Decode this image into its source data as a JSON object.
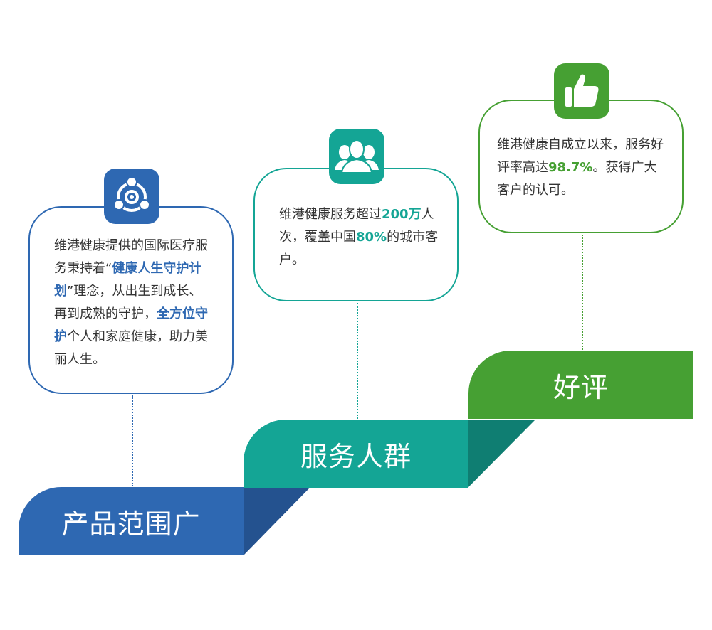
{
  "steps": [
    {
      "label": "产品范围广",
      "color": "#2e68b2"
    },
    {
      "label": "服务人群",
      "color": "#14a595"
    },
    {
      "label": "好评",
      "color": "#46a033"
    }
  ],
  "cards": {
    "scope": {
      "icon": "share-network-icon",
      "t1": "维港健康提供的国际医疗服务秉持着“",
      "h1": "健康人生守护计划",
      "t2": "”理念，从出生到成长、再到成熟的守护，",
      "h2": "全方位守护",
      "t3": "个人和家庭健康，助力美丽人生。"
    },
    "people": {
      "icon": "user-group-icon",
      "t1": "维港健康服务超过",
      "h1": "200万",
      "t2": "人次，覆盖中国",
      "h2": "80%",
      "t3": "的城市客户。"
    },
    "review": {
      "icon": "thumbs-up-icon",
      "t1": "维港健康自成立以来，服务好评率高达",
      "h1": "98.7%",
      "t2": "。获得广大客户的认可。"
    }
  },
  "colors": {
    "blue": "#2e68b2",
    "teal": "#14a595",
    "green": "#46a033"
  }
}
